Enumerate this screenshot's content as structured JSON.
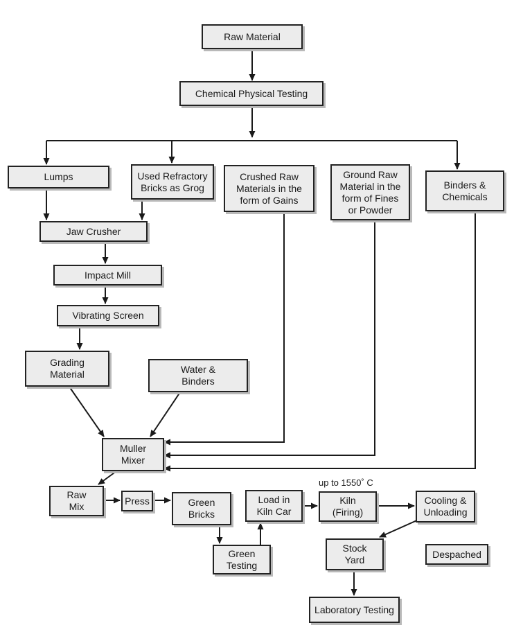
{
  "diagram": {
    "colors": {
      "box_fill": "#ececec",
      "box_border": "#222222",
      "shadow": "#b9b9b9",
      "arrow": "#1a1a1a"
    },
    "nodes": {
      "raw_material": "Raw Material",
      "chemical_physical_testing": "Chemical Physical Testing",
      "lumps": "Lumps",
      "used_refractory_bricks": "Used Refractory\nBricks as Grog",
      "crushed_raw_materials": "Crushed Raw\nMaterials in the\nform of Gains",
      "ground_raw_material": "Ground Raw\nMaterial in the\nform of Fines\nor Powder",
      "binders_chemicals": "Binders &\nChemicals",
      "jaw_crusher": "Jaw Crusher",
      "impact_mill": "Impact Mill",
      "vibrating_screen": "Vibrating Screen",
      "grading_material": "Grading\nMaterial",
      "water_binders": "Water &\nBinders",
      "muller_mixer": "Muller\nMixer",
      "raw_mix": "Raw\nMix",
      "press": "Press",
      "green_bricks": "Green\nBricks",
      "green_testing": "Green\nTesting",
      "load_in_kiln_car": "Load in\nKiln Car",
      "kiln_firing": "Kiln\n(Firing)",
      "cooling_unloading": "Cooling &\nUnloading",
      "stock_yard": "Stock\nYard",
      "despached": "Despached",
      "laboratory_testing": "Laboratory Testing"
    },
    "annotations": {
      "kiln_temperature": "up to 1550˚ C"
    }
  }
}
